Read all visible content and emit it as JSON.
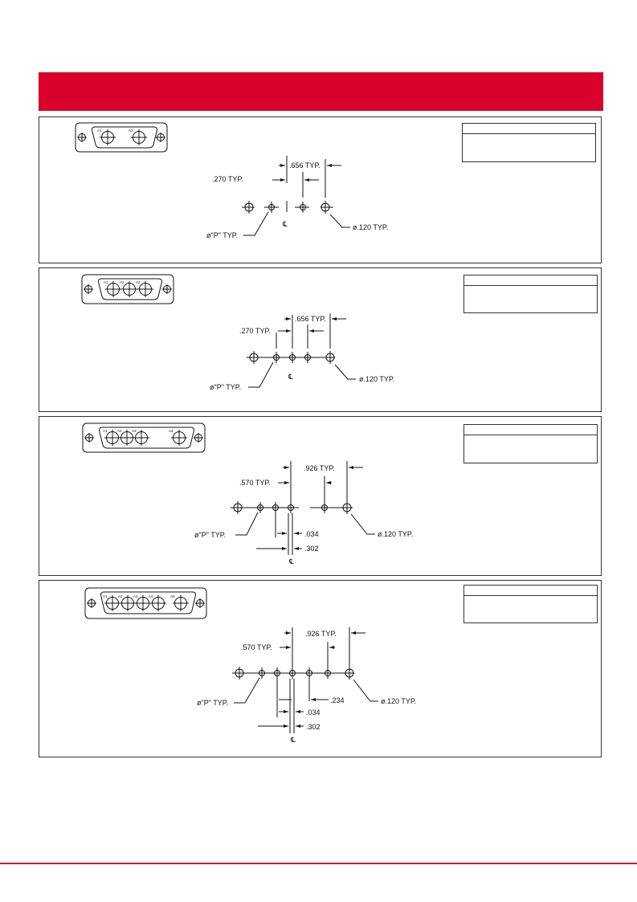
{
  "colors": {
    "brand": "#d9002b",
    "line": "#111111"
  },
  "labels": {
    "typ_270": ".270 TYP.",
    "typ_570": ".570 TYP.",
    "typ_656": ".656 TYP.",
    "typ_926": ".926 TYP.",
    "pin_p": "ø\"P\" TYP.",
    "pin_120": "ø.120 TYP.",
    "d034": ".034",
    "d302": ".302",
    "d234": ".234",
    "centerline": "℄"
  },
  "connectors": [
    {
      "pins": [
        "A1",
        "A2"
      ]
    },
    {
      "pins": [
        "A1",
        "A2",
        "A3"
      ]
    },
    {
      "pins": [
        "A1",
        "A2",
        "A3",
        "A4"
      ]
    },
    {
      "pins": [
        "A1",
        "A2",
        "A3",
        "A4",
        "A5"
      ]
    }
  ]
}
